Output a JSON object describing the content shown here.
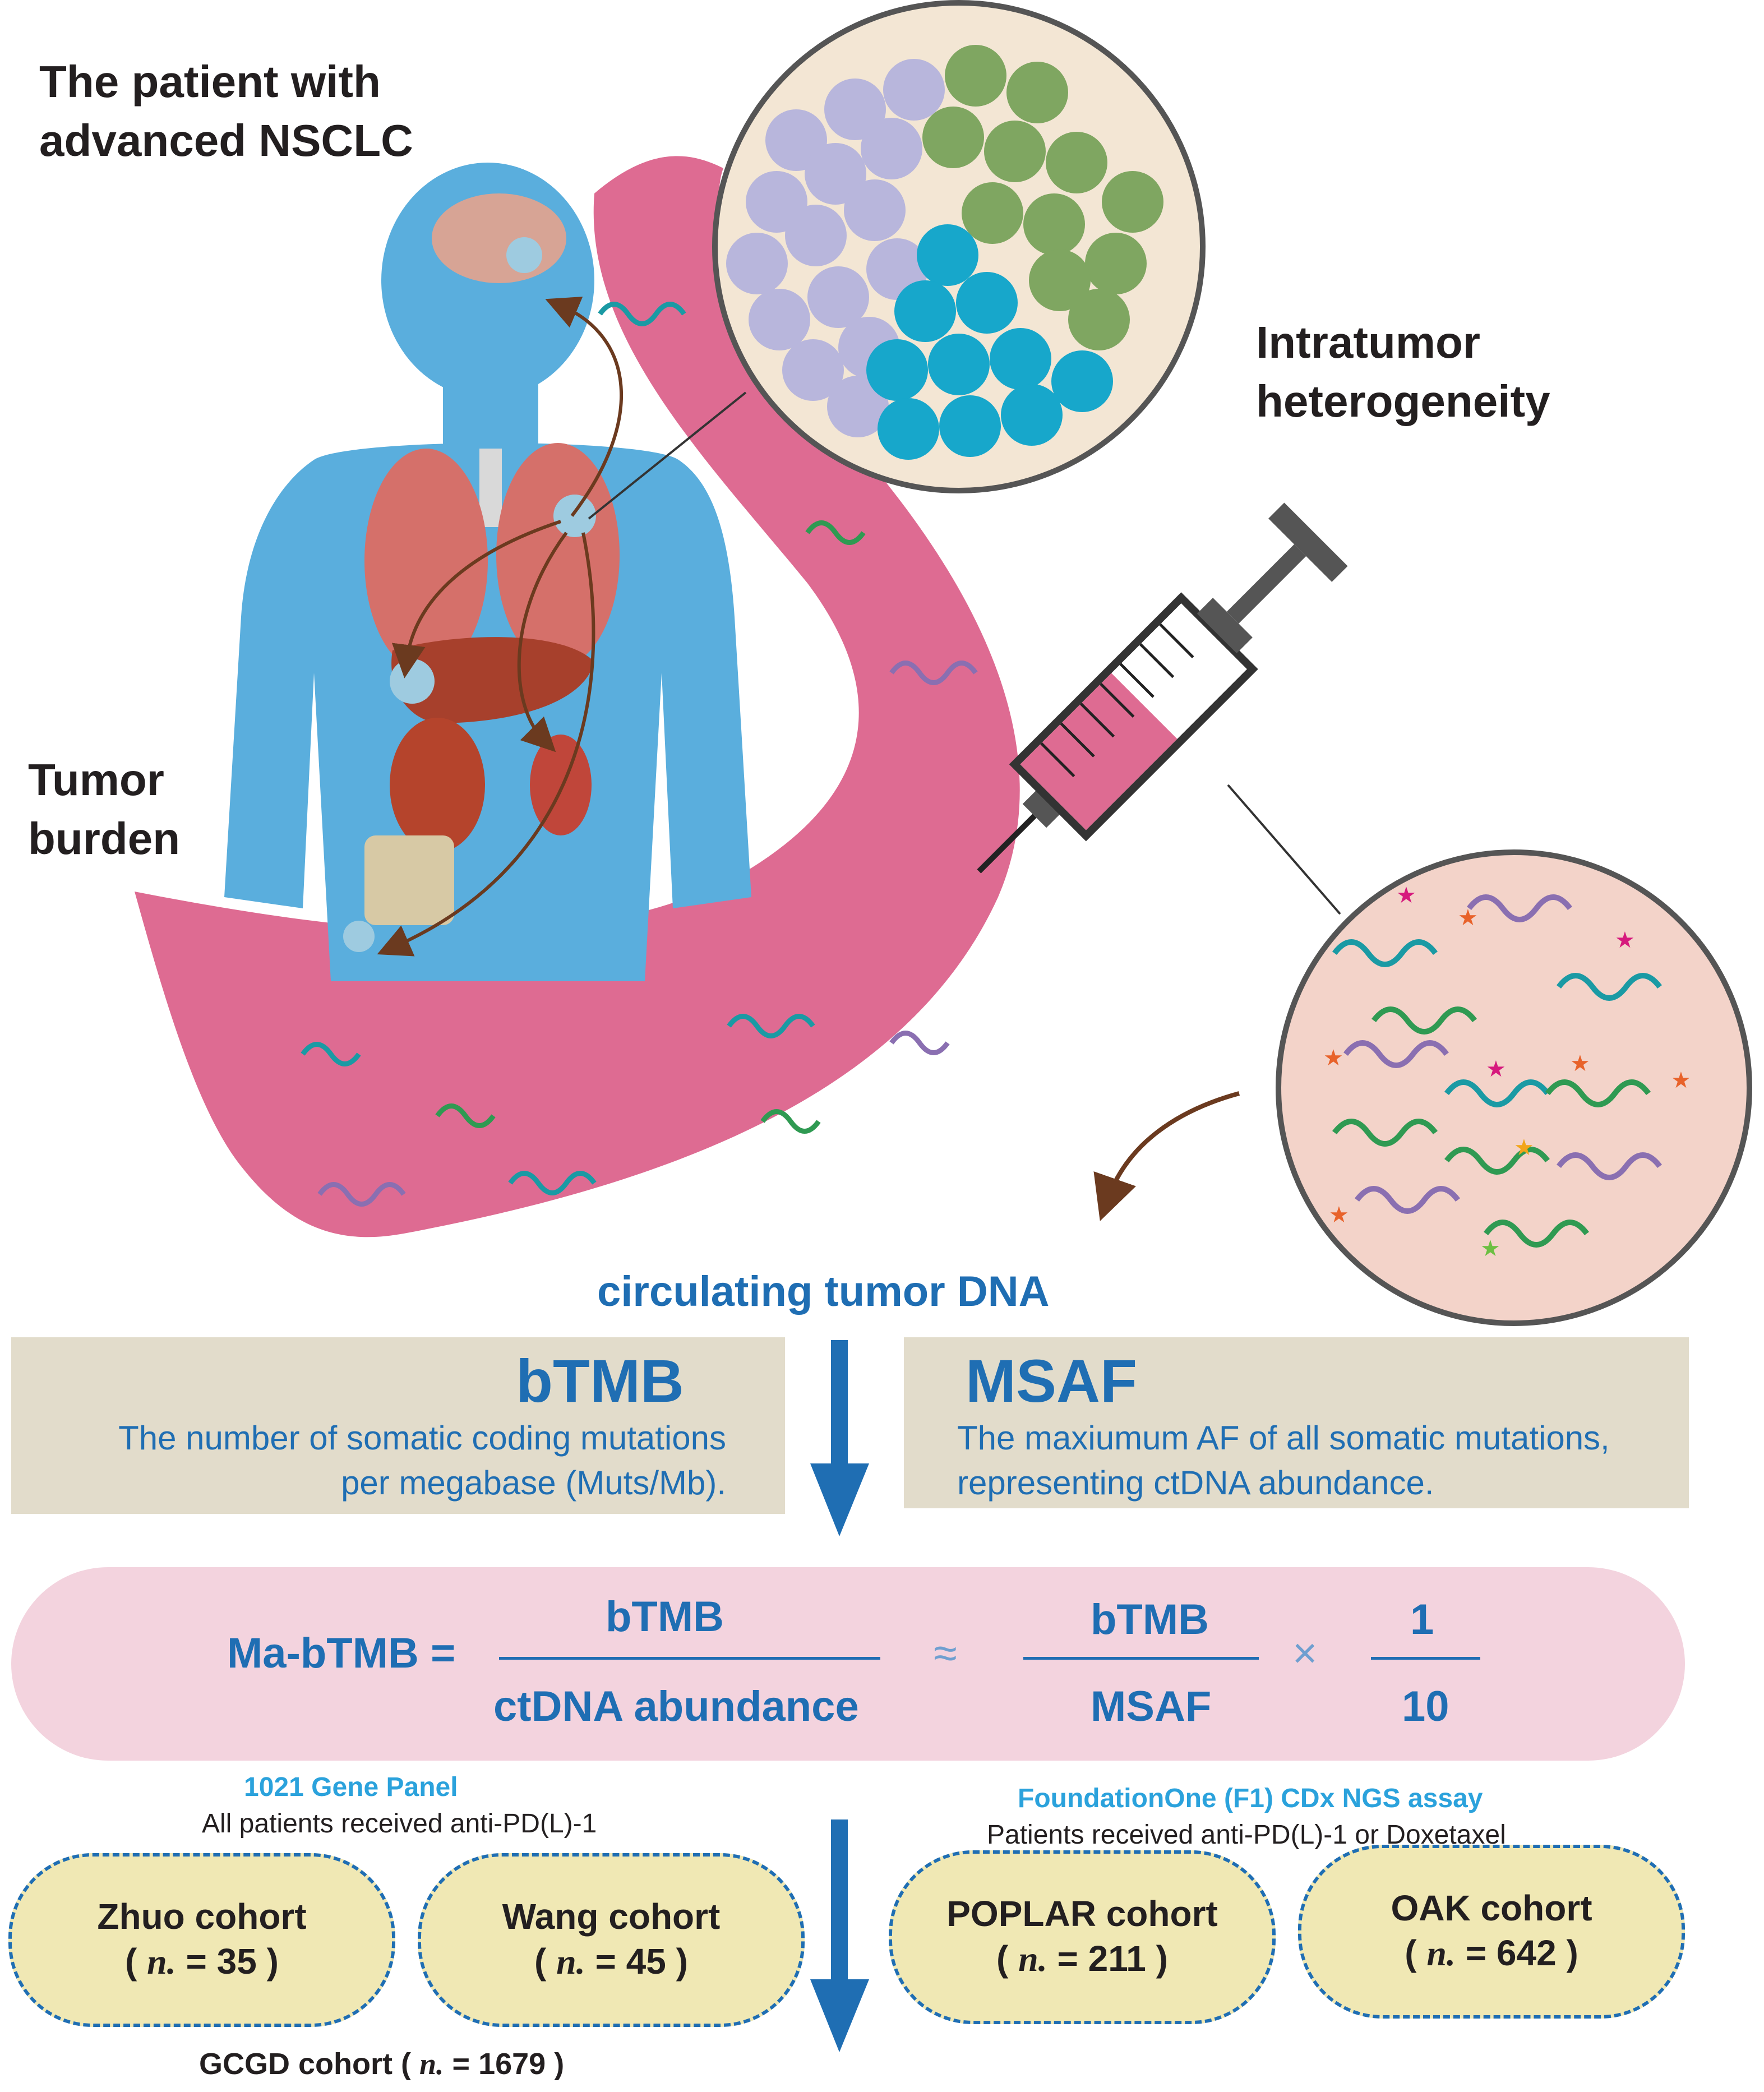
{
  "labels": {
    "patient_title_line1": "The patient with",
    "patient_title_line2": "advanced NSCLC",
    "intratumor_line1": "Intratumor",
    "intratumor_line2": "heterogeneity",
    "tumor_burden_line1": "Tumor",
    "tumor_burden_line2": "burden",
    "ctdna": "circulating  tumor DNA"
  },
  "boxes": {
    "btmb": {
      "title": "bTMB",
      "desc_line1": "The number of somatic coding mutations",
      "desc_line2": "per megabase (Muts/Mb)."
    },
    "msaf": {
      "title": "MSAF",
      "desc_line1": "The maxiumum AF of all somatic mutations,",
      "desc_line2": "representing ctDNA abundance."
    }
  },
  "formula": {
    "lhs": "Ma-bTMB =",
    "frac1_num": "bTMB",
    "frac1_den": "ctDNA abundance",
    "approx": "≈",
    "frac2_num": "bTMB",
    "frac2_den": "MSAF",
    "times": "×",
    "frac3_num": "1",
    "frac3_den": "10"
  },
  "panels": {
    "left_title": "1021 Gene Panel",
    "left_sub": "All patients received anti-PD(L)-1",
    "right_title": "FoundationOne (F1) CDx NGS assay",
    "right_sub": "Patients received anti-PD(L)-1 or Doxetaxel"
  },
  "cohorts": [
    {
      "name": "Zhuo cohort",
      "n_prefix": "( ",
      "n_label": "n.",
      "n_value": " = 35 )"
    },
    {
      "name": "Wang cohort",
      "n_prefix": "( ",
      "n_label": "n.",
      "n_value": " = 45 )"
    },
    {
      "name": "POPLAR cohort",
      "n_prefix": "( ",
      "n_label": "n.",
      "n_value": " = 211 )"
    },
    {
      "name": "OAK cohort",
      "n_prefix": "( ",
      "n_label": "n.",
      "n_value": " = 642 )"
    }
  ],
  "gcgd": {
    "prefix": "GCGD cohort ( ",
    "n_label": "n.",
    "n_value": " = 1679 )"
  },
  "colors": {
    "accent_blue": "#1f6eb3",
    "light_blue": "#2ba2dc",
    "blood_pink": "#de6b92",
    "body_blue": "#5aaedd",
    "box_beige": "#e2dccb",
    "pill_pink": "#f3d3de",
    "cohort_yellow": "#f0e8b4",
    "cell_lavender": "#b8b6dc",
    "cell_green": "#7fa661",
    "cell_cyan": "#17a7cb"
  }
}
